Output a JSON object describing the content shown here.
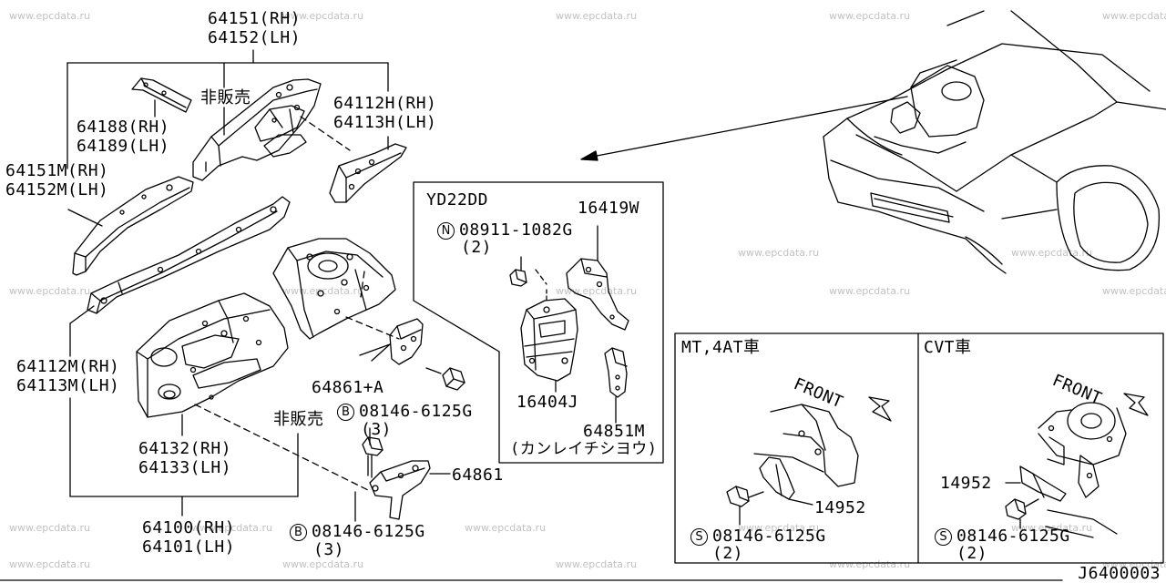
{
  "watermark": "www.epcdata.ru",
  "labels": {
    "p64151": "64151(RH)",
    "p64152": "64152(LH)",
    "p64188": "64188(RH)",
    "p64189": "64189(LH)",
    "nonsale_top": "非販売",
    "p64112h": "64112H(RH)",
    "p64113h": "64113H(LH)",
    "p64151m": "64151M(RH)",
    "p64152m": "64152M(LH)",
    "p64112m": "64112M(RH)",
    "p64113m": "64113M(LH)",
    "p64861a": "64861+A",
    "b_bolt_1": "08146-6125G",
    "b_qty_1": "(3)",
    "nonsale_bottom": "非販売",
    "p64132": "64132(RH)",
    "p64133": "64133(LH)",
    "p64861": "64861",
    "p64100": "64100(RH)",
    "p64101": "64101(LH)",
    "b_bolt_2": "08146-6125G",
    "b_qty_2": "(3)",
    "engine": "YD22DD",
    "n_nut": "08911-1082G",
    "n_qty": "(2)",
    "p16419w": "16419W",
    "p16404j": "16404J",
    "p64851m": "64851M",
    "katakana": "(カンレイチシヨウ)",
    "mt_title": "MT,4AT車",
    "cvt_title": "CVT車",
    "front_1": "FRONT",
    "front_2": "FRONT",
    "p14952_a": "14952",
    "p14952_b": "14952",
    "s_bolt_1": "08146-6125G",
    "s_qty_1": "(2)",
    "s_bolt_2": "08146-6125G",
    "s_qty_2": "(2)",
    "diagram_code": "J6400003"
  },
  "symbols": {
    "B": "B",
    "N": "N",
    "S": "S"
  }
}
